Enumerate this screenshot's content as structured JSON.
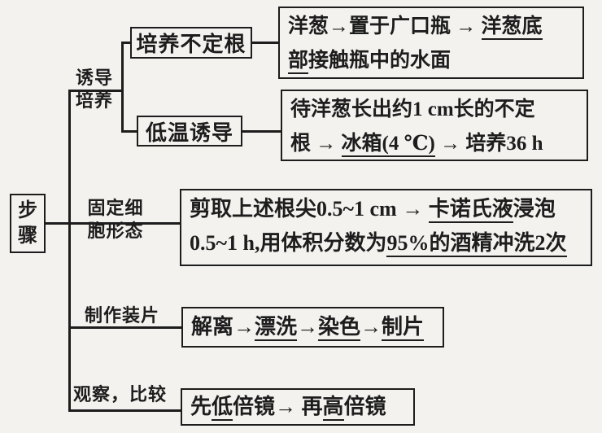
{
  "colors": {
    "ink": "#1d1d1d",
    "paper": "#f3f2ef"
  },
  "root": {
    "label": "步骤"
  },
  "branches": {
    "induction": {
      "label_line1": "诱导",
      "label_line2": "培养",
      "node_adventitious": "培养不定根",
      "node_lowtemp": "低温诱导"
    },
    "fixation": {
      "label_line1": "固定细",
      "label_line2": "胞形态"
    },
    "slide": {
      "label": "制作装片"
    },
    "observe": {
      "label": "观察，比较"
    }
  },
  "details": {
    "onion_setup": {
      "lines": [
        [
          {
            "t": "洋葱→置于广口瓶 → "
          },
          {
            "t": "洋葱底",
            "u": true
          }
        ],
        [
          {
            "t": "部",
            "u": true
          },
          {
            "t": "接触瓶中的水面"
          }
        ]
      ]
    },
    "cold_induction": {
      "lines": [
        [
          {
            "t": "待洋葱长出约1 cm长的不定"
          }
        ],
        [
          {
            "t": "根 → "
          },
          {
            "t": "冰箱(4 ℃)",
            "u": true
          },
          {
            "t": " → 培养36 h"
          }
        ]
      ]
    },
    "fixation_detail": {
      "lines": [
        [
          {
            "t": "剪取上述根尖0.5~1 cm → "
          },
          {
            "t": "卡诺氏液",
            "u": true
          },
          {
            "t": "浸泡"
          }
        ],
        [
          {
            "t": "0.5~1 h,用体积分数为"
          },
          {
            "t": "95%的酒精",
            "u": true
          },
          {
            "t": "冲洗2次",
            "u": true
          }
        ]
      ]
    },
    "slide_detail": {
      "lines": [
        [
          {
            "t": "解离→"
          },
          {
            "t": "漂洗",
            "u": true
          },
          {
            "t": "→"
          },
          {
            "t": "染色",
            "u": true
          },
          {
            "t": "→"
          },
          {
            "t": "制片",
            "u": true
          }
        ]
      ]
    },
    "observe_detail": {
      "lines": [
        [
          {
            "t": "先"
          },
          {
            "t": "低",
            "u": true
          },
          {
            "t": "倍镜→ 再"
          },
          {
            "t": "高",
            "u": true
          },
          {
            "t": "倍镜"
          }
        ]
      ]
    }
  }
}
